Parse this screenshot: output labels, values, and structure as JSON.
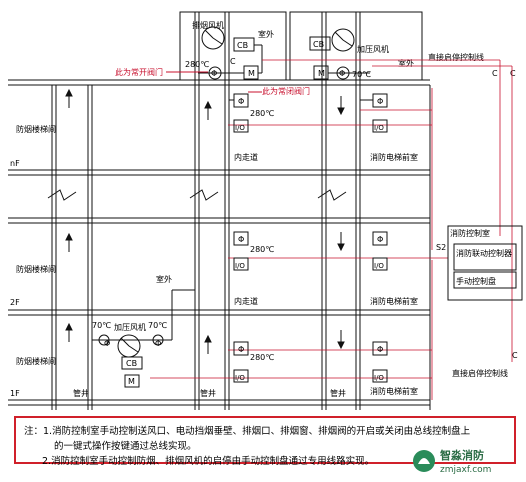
{
  "floors": {
    "nF": "nF",
    "f2": "2F",
    "f1": "1F"
  },
  "rooms": {
    "stair_smoke": "防烟楼梯间",
    "corridor": "内走道",
    "elevator_lobby": "消防电梯前室",
    "pipe_shaft": "管井",
    "outdoor": "室外",
    "control_room": "消防控制室"
  },
  "equipment": {
    "exhaust_fan": "排烟风机",
    "pressure_fan": "加压风机",
    "cb": "CB",
    "motor": "M",
    "phi": "Φ",
    "c": "C",
    "io": "I/O",
    "linkage_controller": "消防联动控制器",
    "manual_panel": "手动控制盘",
    "s2": "S2",
    "temp_280": "280℃",
    "temp_70": "70℃"
  },
  "annotations": {
    "normally_open": "此为常开阀门",
    "normally_closed": "此为常闭阀门",
    "direct_line": "直接启停控制线"
  },
  "notes": {
    "prefix": "注：",
    "line1": "1.消防控制室手动控制送风口、电动挡烟垂壁、排烟口、排烟窗、排烟阀的开启或关闭由总线控制盘上",
    "line2": "的一键式操作按键通过总线实现。",
    "line3": "2.消防控制室手动控制防烟、排烟风机的启停由手动控制盘通过专用线路实现。"
  },
  "watermark": {
    "brand": "智淼消防",
    "url": "zmjaxf.com"
  },
  "colors": {
    "red": "#c8102e",
    "line": "#111111",
    "gray": "#888888",
    "notes_border": "#d0202a"
  }
}
